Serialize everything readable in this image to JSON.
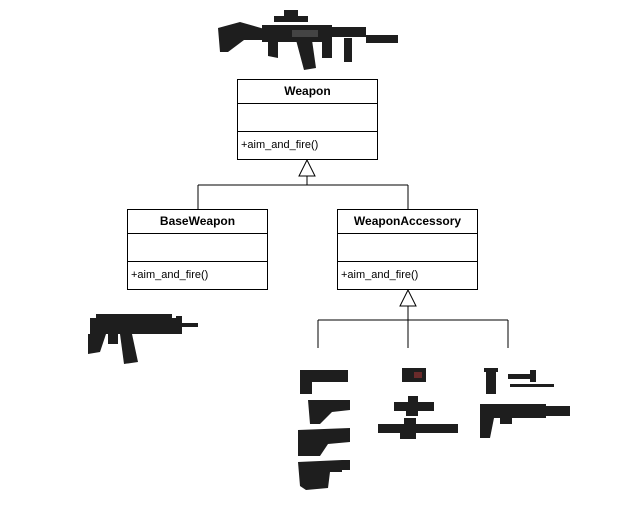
{
  "classes": {
    "weapon": {
      "name": "Weapon",
      "operation": "+aim_and_fire()"
    },
    "base_weapon": {
      "name": "BaseWeapon",
      "operation": "+aim_and_fire()"
    },
    "weapon_accessory": {
      "name": "WeaponAccessory",
      "operation": "+aim_and_fire()"
    }
  },
  "relations": [
    {
      "type": "inheritance",
      "from": "BaseWeapon",
      "to": "Weapon"
    },
    {
      "type": "inheritance",
      "from": "WeaponAccessory",
      "to": "Weapon"
    }
  ],
  "illustrations": {
    "top": "assembled-rifle-icon",
    "base": "bare-rifle-icon",
    "stocks": [
      "folding-stock-icon",
      "collapsible-stock-icon",
      "fixed-stock-icon",
      "skeleton-stock-icon"
    ],
    "optics": [
      "red-dot-sight-icon",
      "compact-scope-icon",
      "long-scope-icon"
    ],
    "barrel_parts": [
      "vertical-grip-icon",
      "bipod-icon",
      "suppressed-receiver-icon"
    ]
  },
  "colors": {
    "line": "#000000",
    "fill": "#ffffff",
    "gun": "#1e1e1e",
    "gun_dark": "#0f0f0f"
  }
}
